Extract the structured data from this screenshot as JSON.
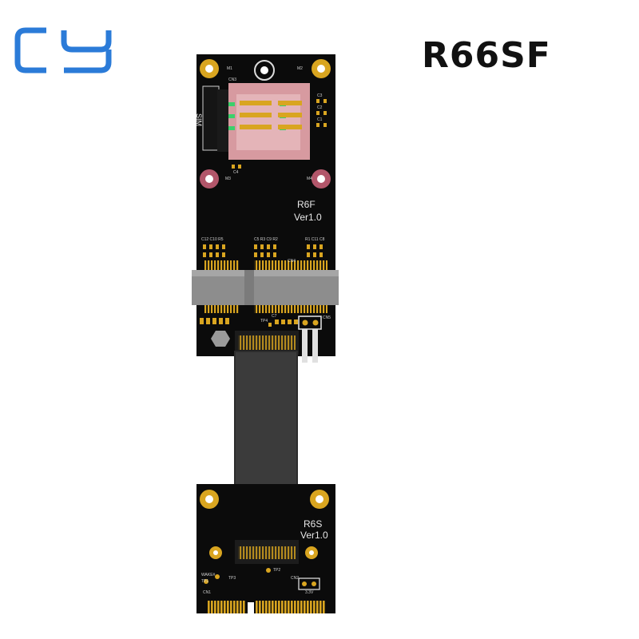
{
  "brand": {
    "logo_text": "CY",
    "color": "#2b7bd8"
  },
  "product": {
    "model": "R66SF"
  },
  "upper_board": {
    "model_label": "R6F",
    "version_label": "Ver1.0",
    "silk": {
      "m1": "M1",
      "m2": "M2",
      "m3": "M3",
      "m4": "M4",
      "cn3": "CN3",
      "cn4": "CN4",
      "cn5": "CN5",
      "sim": "SIM",
      "c1": "C1",
      "c2": "C2",
      "c3": "C3",
      "c4": "C4",
      "left_group": "C12 C10 R5",
      "mid_group": "C5 R3 C9 R2",
      "right_group": "R1 C11 C8",
      "tp4": "TP4",
      "c7": "C7"
    }
  },
  "lower_board": {
    "model_label": "R6S",
    "version_label": "Ver1.0",
    "silk": {
      "cn1": "CN1",
      "cn2": "CN2",
      "tp1": "TP1",
      "tp2": "TP2",
      "tp3": "TP3",
      "wake": "WAKE#",
      "v33": "3.3V"
    }
  },
  "colors": {
    "pcb": "#0b0b0b",
    "gold": "#d9a520",
    "mount_red": "#b2566a",
    "sim_pink": "#d79aa0",
    "connector_grey": "#8d8d8d",
    "ribbon": "#3b3b3b"
  }
}
